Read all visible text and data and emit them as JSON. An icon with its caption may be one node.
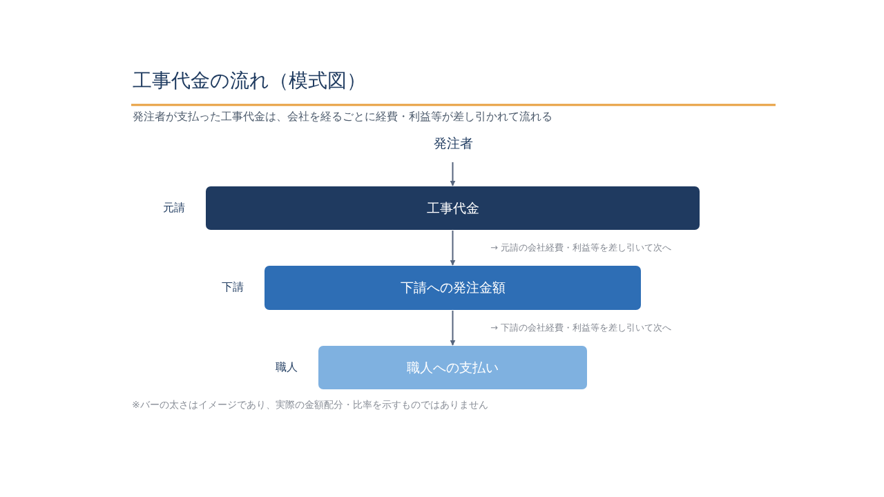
{
  "diagram": {
    "title": "工事代金の流れ（模式図）",
    "nodes": [
      {
        "text": [
          "発注者"
        ]
      },
      {
        "text": [
          "工事代金"
        ],
        "beside": [
          "元請"
        ]
      },
      {
        "text": [
          "下請への発注金額"
        ],
        "beside": [
          "下請"
        ]
      },
      {
        "text": [
          "職人への支払い"
        ],
        "beside": [
          "職人"
        ]
      }
    ],
    "edges": [
      {
        "from": 0,
        "to": 1,
        "arrow": "to"
      },
      {
        "from": 1,
        "to": 2,
        "arrow": "to",
        "label": "→ 元請の会社経費・利益等を差し引いて次へ"
      },
      {
        "from": 2,
        "to": 3,
        "arrow": "to",
        "label": "→ 下請の会社経費・利益等を差し引いて次へ"
      }
    ],
    "labels": [
      "発注者が支払った工事代金は、会社を経るごとに経費・利益等が差し引かれて流れる",
      "※バーの太さはイメージであり、実際の金額配分・比率を示すものではありません"
    ]
  }
}
